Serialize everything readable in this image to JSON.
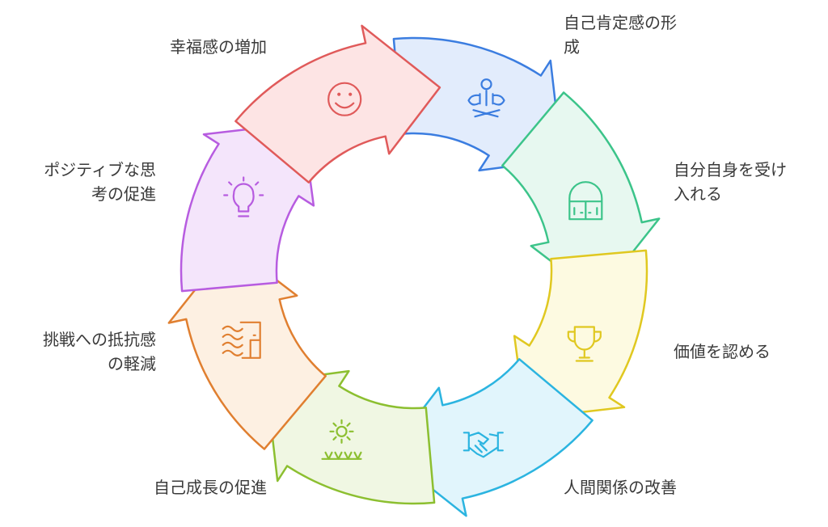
{
  "steps": [
    {
      "id": "happiness",
      "lines": [
        "幸福感の増加"
      ],
      "icon": "smiley-icon",
      "stroke": "#e05a5a",
      "fill": "#fde4e4"
    },
    {
      "id": "self-esteem",
      "lines": [
        "自己肯定感の形",
        "成"
      ],
      "icon": "meditation-icon",
      "stroke": "#3b7de0",
      "fill": "#e2ecfc"
    },
    {
      "id": "self-acceptance",
      "lines": [
        "自分自身を受け",
        "入れる"
      ],
      "icon": "door-icon",
      "stroke": "#3cc48a",
      "fill": "#e7f8f0"
    },
    {
      "id": "recognize-value",
      "lines": [
        "価値を認める"
      ],
      "icon": "trophy-icon",
      "stroke": "#e0c820",
      "fill": "#fdfae1"
    },
    {
      "id": "relationships",
      "lines": [
        "人間関係の改善"
      ],
      "icon": "handshake-icon",
      "stroke": "#2bb4e0",
      "fill": "#e1f5fc"
    },
    {
      "id": "self-growth",
      "lines": [
        "自己成長の促進"
      ],
      "icon": "sun-grass-icon",
      "stroke": "#8cbf30",
      "fill": "#f0f7e3"
    },
    {
      "id": "less-resistance",
      "lines": [
        "挑戦への抵抗感",
        "の軽減"
      ],
      "icon": "wind-wall-icon",
      "stroke": "#e07f30",
      "fill": "#fdf0e2"
    },
    {
      "id": "positive-thinking",
      "lines": [
        "ポジティブな思",
        "考の促進"
      ],
      "icon": "lightbulb-icon",
      "stroke": "#b75ce0",
      "fill": "#f4e5fb"
    }
  ]
}
